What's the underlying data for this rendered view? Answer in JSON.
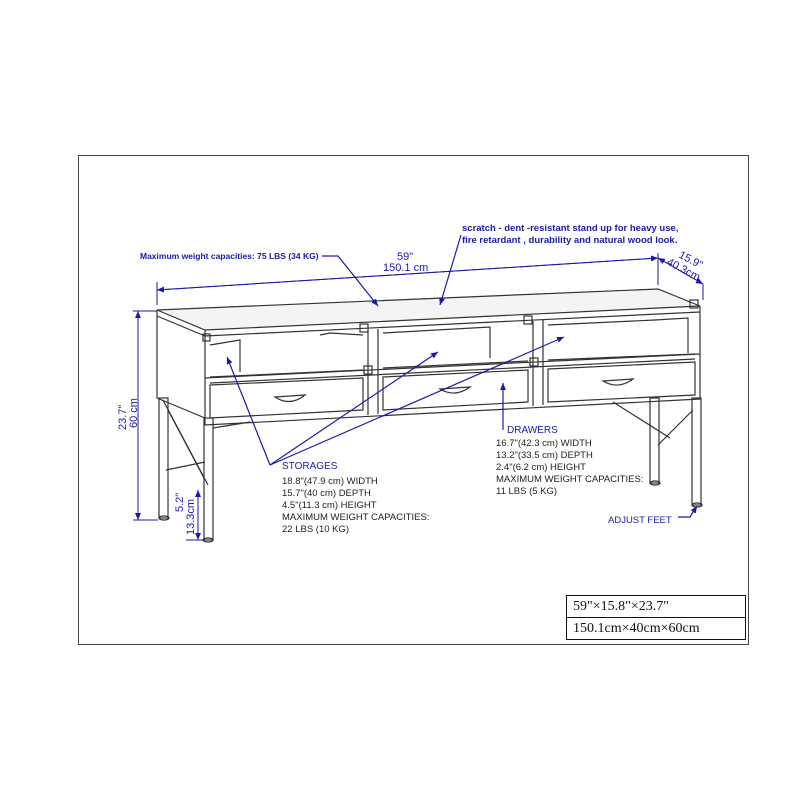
{
  "callouts": {
    "max_weight": "Maximum weight capacities: 75 LBS (34 KG)",
    "material_line1": "scratch - dent -resistant stand up for heavy use,",
    "material_line2": "fire retardant , durability and natural wood look.",
    "adjust_feet": "ADJUST FEET"
  },
  "dimensions": {
    "width_in": "59\"",
    "width_cm": "150.1  cm",
    "depth_in": "15.9\"",
    "depth_cm": "40.3cm",
    "height_in": "23.7\"",
    "height_cm": "60  cm",
    "clearance_in": "5.2\"",
    "clearance_cm": "13.3cm"
  },
  "storages": {
    "title": "STORAGES",
    "lines": [
      "18.8\"(47.9 cm) WIDTH",
      "15.7\"(40 cm) DEPTH",
      "4.5\"(11.3 cm) HEIGHT",
      "MAXIMUM WEIGHT CAPACITIES:",
      "22 LBS (10 KG)"
    ]
  },
  "drawers": {
    "title": "DRAWERS",
    "lines": [
      "16.7\"(42.3 cm) WIDTH",
      "13.2\"(33.5 cm) DEPTH",
      "2.4\"(6.2 cm) HEIGHT",
      "MAXIMUM WEIGHT CAPACITIES:",
      "11 LBS (5 KG)"
    ]
  },
  "size_box": {
    "imperial": "59\"×15.8\"×23.7\"",
    "metric": "150.1cm×40cm×60cm"
  },
  "colors": {
    "annotation": "#1a1aa8",
    "line_art": "#333333"
  }
}
